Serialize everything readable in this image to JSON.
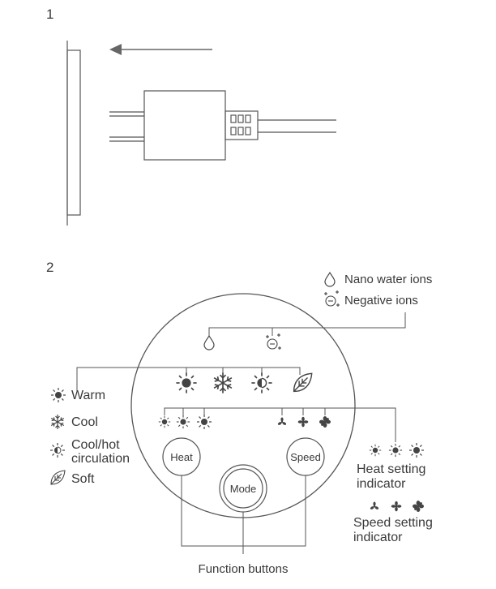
{
  "steps": {
    "step1": "1",
    "step2": "2"
  },
  "ions": {
    "nano": "Nano water ions",
    "negative": "Negative ions"
  },
  "modes": {
    "warm": "Warm",
    "cool": "Cool",
    "circulation_line1": "Cool/hot",
    "circulation_line2": "circulation",
    "soft": "Soft"
  },
  "buttons": {
    "heat": "Heat",
    "mode": "Mode",
    "speed": "Speed"
  },
  "indicators": {
    "heat_line1": "Heat setting",
    "heat_line2": "indicator",
    "speed_line1": "Speed setting",
    "speed_line2": "indicator"
  },
  "footer": {
    "function_buttons": "Function buttons"
  },
  "colors": {
    "line": "#555555",
    "text": "#3a3a3a"
  }
}
